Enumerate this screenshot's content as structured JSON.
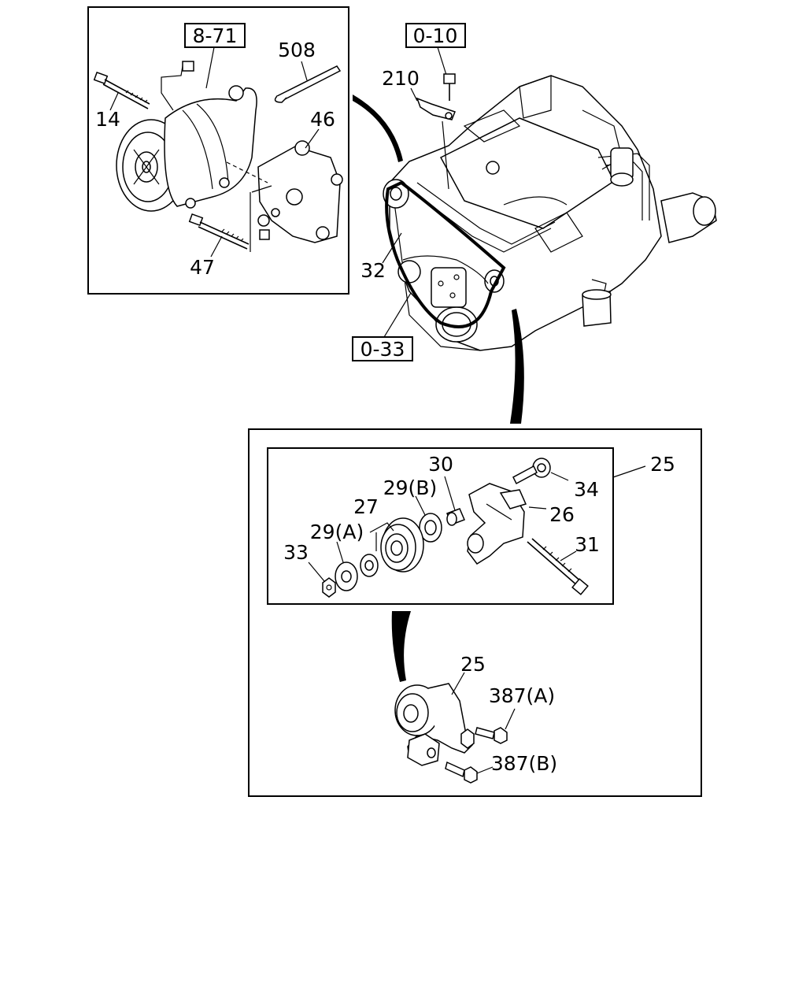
{
  "refs": {
    "ref_8_71": "8-71",
    "ref_0_10": "0-10",
    "ref_0_33": "0-33"
  },
  "callouts": {
    "c14": "14",
    "c508": "508",
    "c46": "46",
    "c47": "47",
    "c210": "210",
    "c32": "32",
    "c25_top": "25",
    "c30": "30",
    "c29b": "29(B)",
    "c34": "34",
    "c27": "27",
    "c26": "26",
    "c29a": "29(A)",
    "c31": "31",
    "c33": "33",
    "c25_bottom": "25",
    "c387a": "387(A)",
    "c387b": "387(B)"
  }
}
